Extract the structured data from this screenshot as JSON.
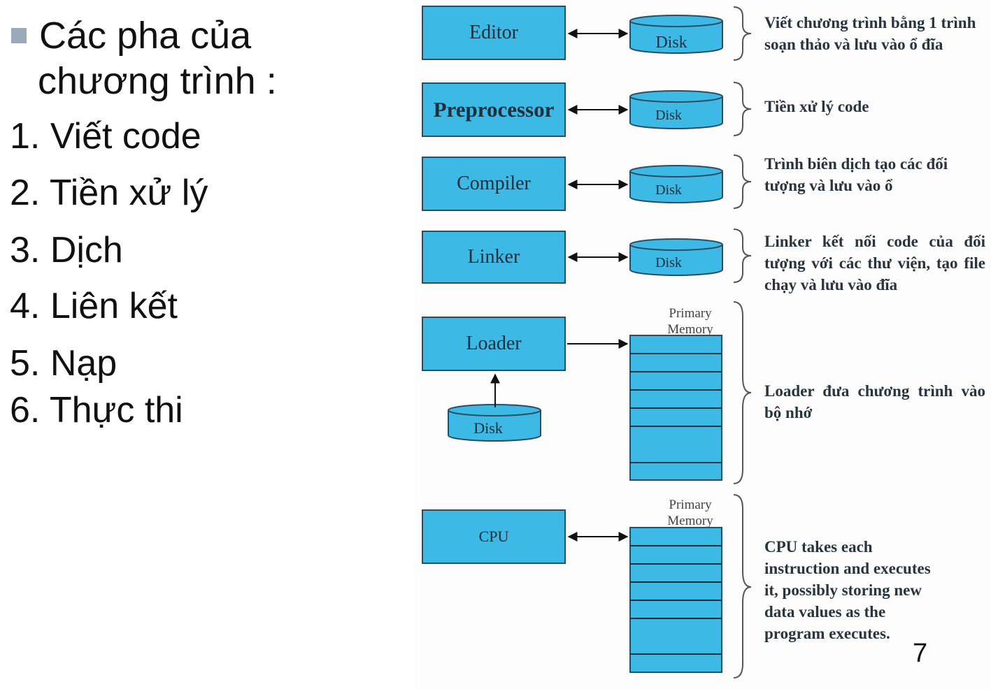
{
  "slide": {
    "title_line1": "Các pha của",
    "title_line2": "chương trình :",
    "steps": [
      "1. Viết code",
      "2. Tiền xử lý",
      "3. Dịch",
      "4. Liên kết",
      "5. Nạp",
      "6. Thực thi"
    ],
    "page_number": "7"
  },
  "diagram": {
    "boxes": {
      "editor": "Editor",
      "preprocessor": "Preprocessor",
      "compiler": "Compiler",
      "linker": "Linker",
      "loader": "Loader",
      "cpu": "CPU"
    },
    "disk_label": "Disk",
    "memory_label_line1": "Primary",
    "memory_label_line2": "Memory",
    "notes": {
      "editor": "Viết chương trình bằng 1 trình soạn thảo và lưu vào ổ đĩa",
      "preprocessor": "Tiền xử lý code",
      "compiler": "Trình biên dịch tạo các đối tượng và lưu vào ổ",
      "linker": "Linker kết nối code của đối tượng với các thư viện, tạo file chạy và lưu vào đĩa",
      "loader": "Loader đưa chương trình vào bộ nhớ",
      "cpu": "CPU takes each instruction and executes it, possibly storing new data values as the program executes."
    },
    "colors": {
      "box_fill": "#3db9e6",
      "box_border": "#2a4d60",
      "bullet": "#9aaab8"
    }
  }
}
